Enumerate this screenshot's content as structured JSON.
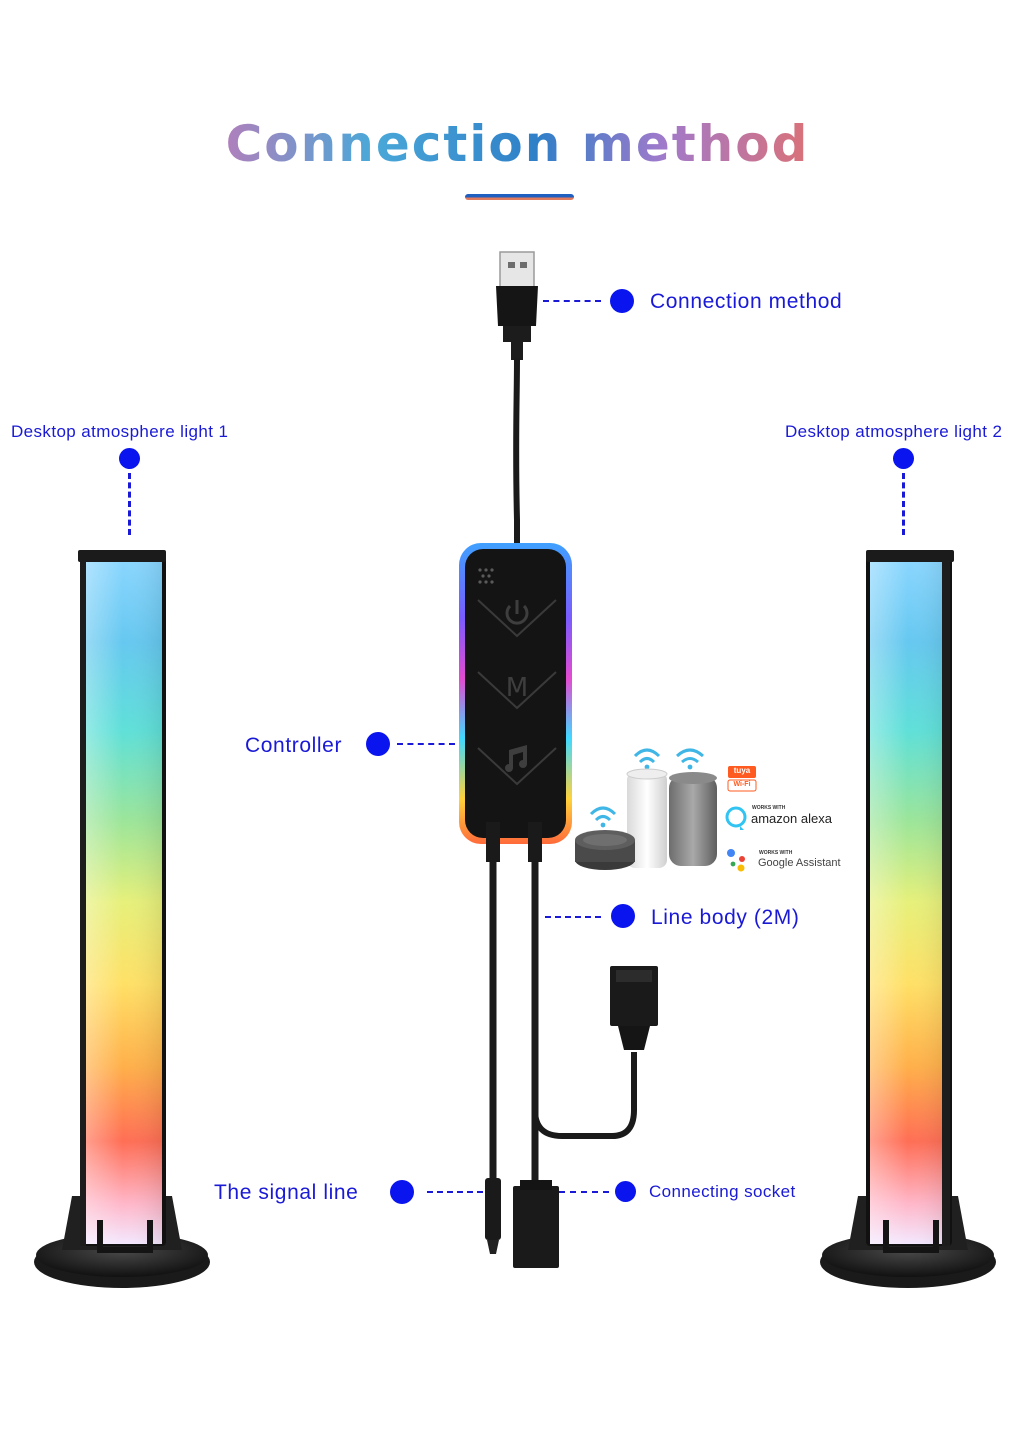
{
  "title": "Connection method",
  "callouts": {
    "connection_method": "Connection method",
    "light_1": "Desktop atmosphere light 1",
    "light_2": "Desktop atmosphere light 2",
    "controller": "Controller",
    "line_body": "Line body (2M)",
    "signal_line": "The signal line",
    "connecting_socket": "Connecting socket"
  },
  "controller_buttons": {
    "mode": "M"
  },
  "compatibility": {
    "tuya_badge_top": "tuya",
    "tuya_badge_bottom": "Wi-Fi",
    "alexa_small": "WORKS WITH",
    "alexa_name": "amazon alexa",
    "google_small": "WORKS WITH",
    "google_name": "Google Assistant"
  },
  "colors": {
    "label_blue": "#1a1ad6",
    "dot_blue": "#0a14ee",
    "cable_black": "#1a1a1a"
  }
}
